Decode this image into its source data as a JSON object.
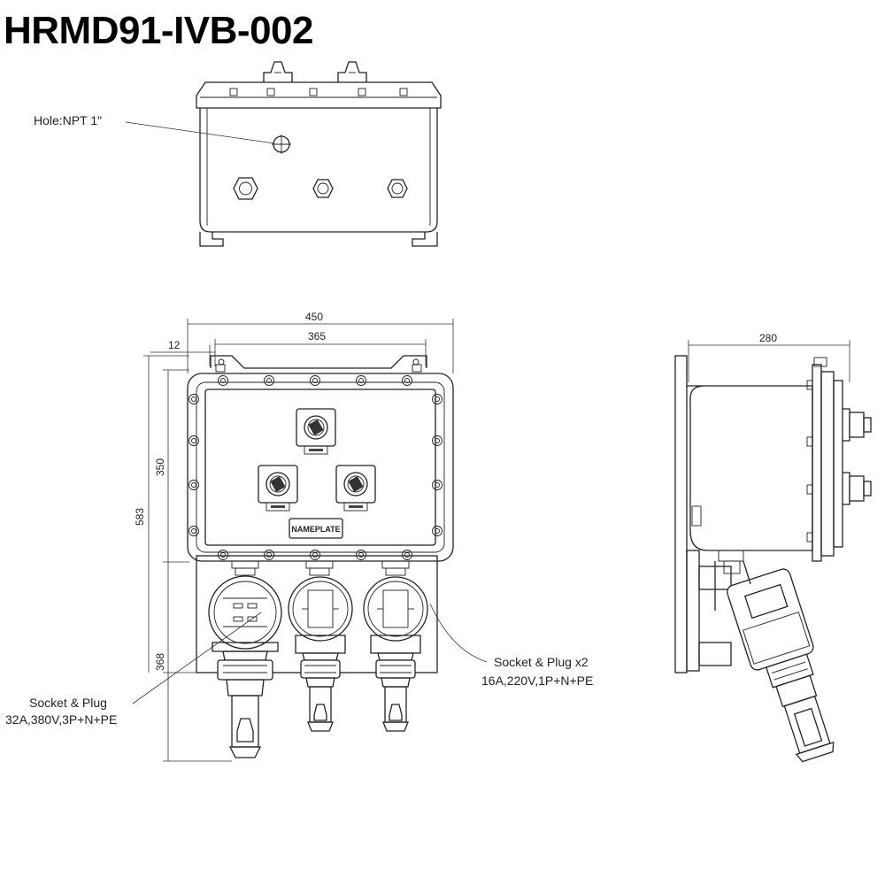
{
  "title": "HRMD91-IVB-002",
  "labels": {
    "hole": "Hole:NPT 1\"",
    "nameplate": "NAMEPLATE",
    "socket_plug_32a_line1": "Socket & Plug",
    "socket_plug_32a_line2": "32A,380V,3P+N+PE",
    "socket_plug_16a_line1": "Socket & Plug x2",
    "socket_plug_16a_line2": "16A,220V,1P+N+PE"
  },
  "dimensions": {
    "overall_width": "450",
    "hole_spacing": "365",
    "edge_offset": "12",
    "depth": "280",
    "overall_height": "583",
    "box_height": "350",
    "socket_height": "368"
  }
}
